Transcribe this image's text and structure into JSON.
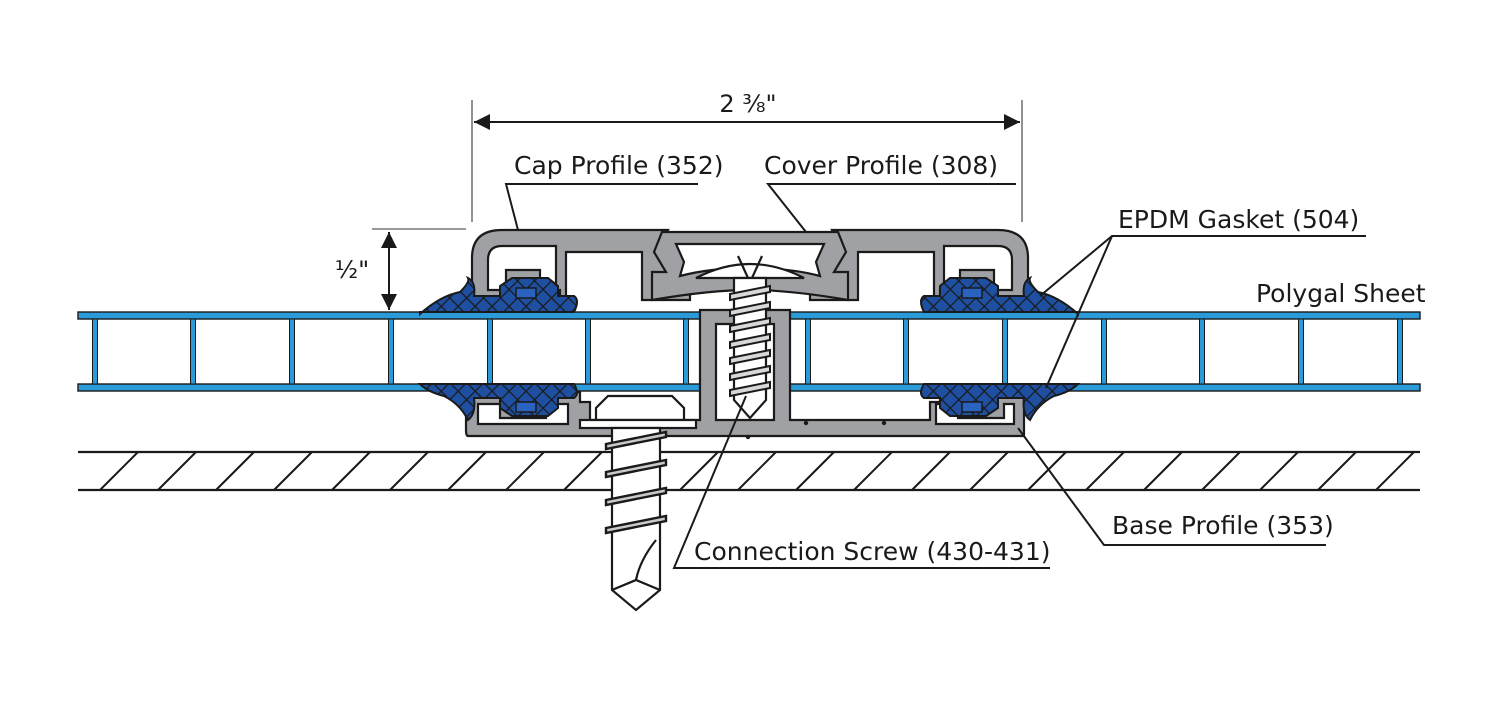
{
  "title": "Polygal glazing bar cross-section",
  "dimensions": {
    "width": "2 ³⁄₈\"",
    "height": "½\""
  },
  "labels": {
    "cap_profile": "Cap Profile (352)",
    "cover_profile": "Cover Profile (308)",
    "epdm_gasket": "EPDM Gasket (504)",
    "polygal_sheet": "Polygal Sheet",
    "base_profile": "Base Profile (353)",
    "connection_screw": "Connection Screw (430-431)"
  },
  "colors": {
    "sheet": "#2a9ad8",
    "gasket": "#1f4fa0",
    "aluminium": "#a0a1a4",
    "line": "#1a1a1a"
  }
}
